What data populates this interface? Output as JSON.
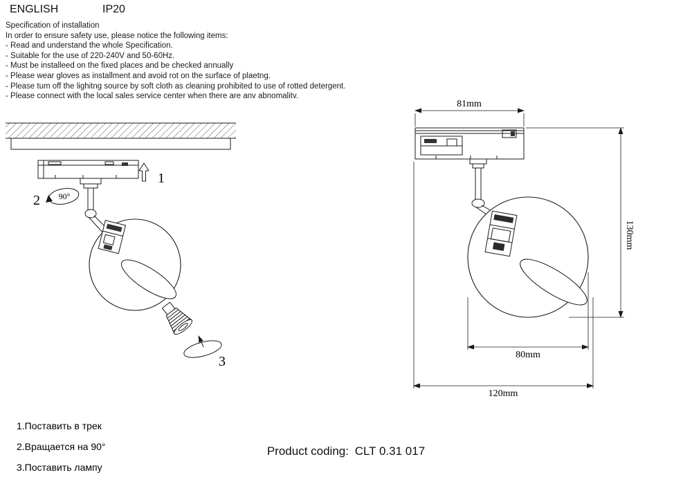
{
  "header": {
    "language": "ENGLISH",
    "ip_rating": "IP20"
  },
  "spec": {
    "title": "Specification of installation",
    "intro": "In order to ensure safety use, please notice the following items:",
    "items": [
      "- Read and understand the whole Specification.",
      "- Suitable for the use of 220-240V and 50-60Hz.",
      "- Must be installeed on the fixed places and be checked annually",
      "- Please wear gloves as installment and avoid rot on the surface of plaetng.",
      "- Please tum off the lighitng source by soft cloth as cleaning prohibited to use of rotted detergent.",
      "- Please connect with the local sales service center when there are anv abnomalitv."
    ]
  },
  "installation_diagram": {
    "step1_label": "1",
    "step2_label": "2",
    "step3_label": "3",
    "rotation_angle": "90°"
  },
  "dimension_diagram": {
    "track_width": "81mm",
    "overall_height": "130mm",
    "sphere_diameter": "80mm",
    "overall_depth": "120mm"
  },
  "steps_ru": [
    "1.Поставить в трек",
    "2.Вращается на 90°",
    "3.Поставить лампу"
  ],
  "product": {
    "label": "Product coding:",
    "code": "CLT 0.31 017"
  },
  "colors": {
    "line": "#1a1a1a",
    "background": "#ffffff",
    "text": "#000000"
  }
}
